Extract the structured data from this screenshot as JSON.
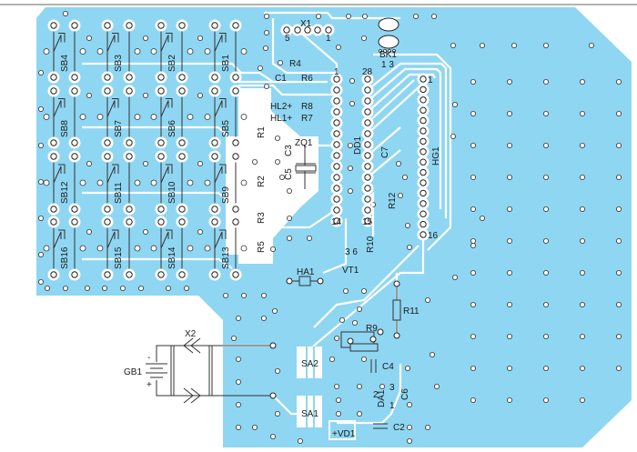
{
  "board": {
    "color": "#8fd6f2",
    "trace_color": "#ffffff",
    "outline_color": "#333333"
  },
  "keypad": [
    "SB4",
    "SB3",
    "SB2",
    "SB1",
    "SB8",
    "SB7",
    "SB6",
    "SB5",
    "SB12",
    "SB11",
    "SB10",
    "SB9",
    "SB16",
    "SB15",
    "SB14",
    "SB13"
  ],
  "labels": {
    "x1": "X1",
    "x1_pin5": "5",
    "x1_pin1": "1",
    "r4": "R4",
    "c1": "C1",
    "r6": "R6",
    "dd1_pin1": "1",
    "dd1_pin28": "28",
    "dd1_pin14": "14",
    "dd1_pin15": "15",
    "bk1": "BK1",
    "bk1_pins": "1 3",
    "hl2": "HL2+",
    "r8": "R8",
    "hl1": "HL1+",
    "r7": "R7",
    "r1": "R1",
    "c3": "C3",
    "zq1": "ZQ1",
    "c5": "C5",
    "r2": "R2",
    "r3": "R3",
    "r5": "R5",
    "dd1": "DD1",
    "c7": "C7",
    "hg1": "HG1",
    "hg1_pin1": "1",
    "hg1_pin16": "16",
    "r12": "R12",
    "r10": "R10",
    "vt1_pins": "3 6",
    "vt1": "VT1",
    "ha1": "HA1",
    "r11": "R11",
    "r9": "R9",
    "x2": "X2",
    "gb1": "GB1",
    "gb1_minus": "-",
    "gb1_plus": "+",
    "sa2": "SA2",
    "c4": "C4",
    "da1": "DA1",
    "da1_p1": "1",
    "da1_p2": "2",
    "da1_p3": "3",
    "c6": "C6",
    "sa1": "SA1",
    "vd1": "+VD1",
    "c2": "C2"
  }
}
